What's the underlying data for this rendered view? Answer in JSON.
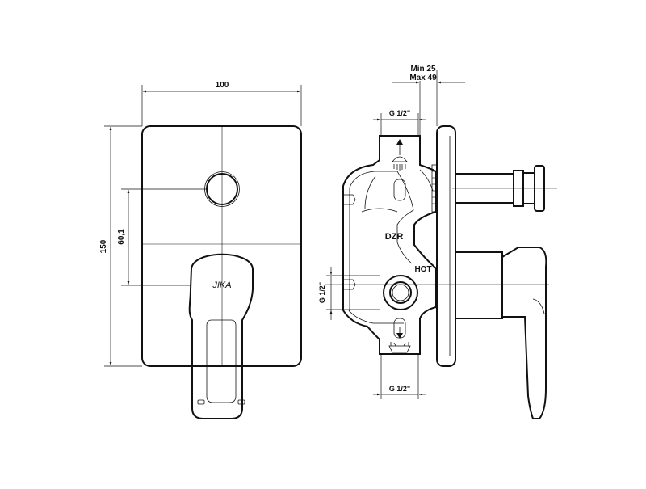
{
  "front_view": {
    "width_dim": "100",
    "height_dim": "150",
    "offset_dim": "60,1",
    "logo": "JIKA"
  },
  "side_view": {
    "depth_min": "Min 25",
    "depth_max": "Max 49",
    "thread_top": "G 1/2\"",
    "thread_left": "G 1/2\"",
    "thread_bottom": "G 1/2\"",
    "label_dzr": "DZR",
    "label_hot": "HOT"
  }
}
